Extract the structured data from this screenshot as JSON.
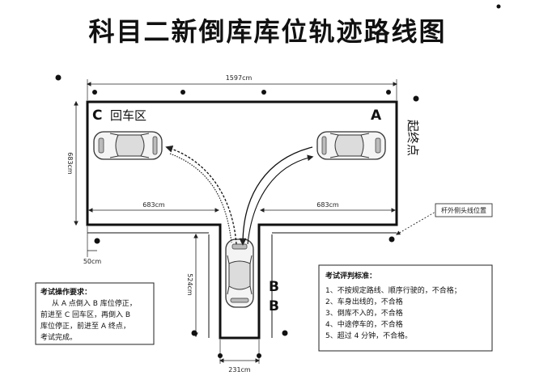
{
  "title": "科目二新倒库库位轨迹路线图",
  "dimensions": {
    "total_width": "1597cm",
    "left_height": "683cm",
    "left_arm": "683cm",
    "right_arm": "683cm",
    "stem_length": "524cm",
    "stem_width": "231cm",
    "offset": "50cm"
  },
  "labels": {
    "c_letter": "C",
    "c_zone": "回车区",
    "a_letter": "A",
    "start_end": "起终点",
    "b_letter_1": "B",
    "b_letter_2": "B",
    "pole_tag": "杆外侧头线位置"
  },
  "operation": {
    "title": "考试操作要求：",
    "lines": [
      "从 A 点倒入 B 库位停正，",
      "前进至 C 回车区，再倒入 B",
      "库位停正，前进至 A 终点，",
      "考试完成。"
    ]
  },
  "criteria": {
    "title": "考试评判标准：",
    "items": [
      "1、不按规定路线、顺序行驶的，不合格；",
      "2、车身出线的，不合格",
      "3、倒库不入的，不合格",
      "4、中途停车的，不合格",
      "5、超过 4 分钟，不合格。"
    ]
  }
}
